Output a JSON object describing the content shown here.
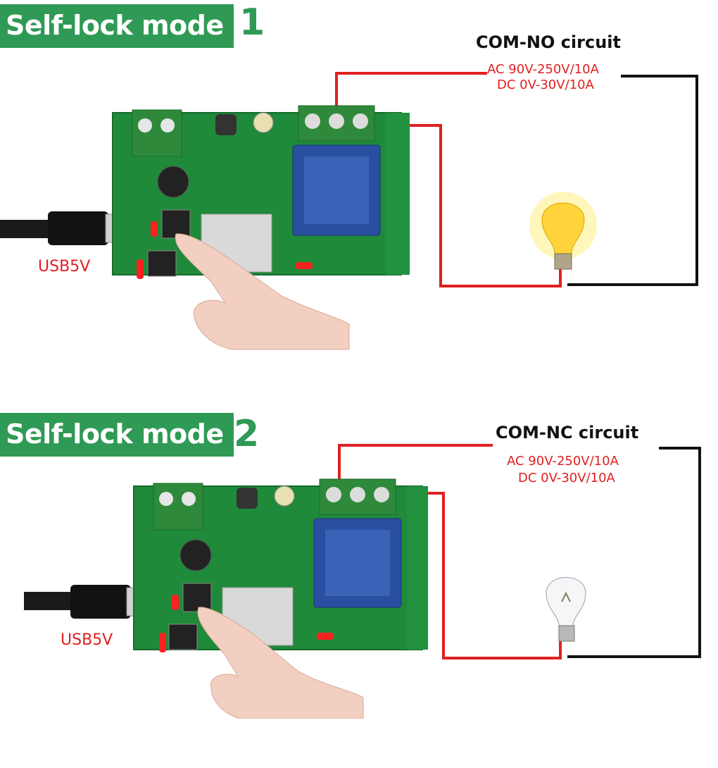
{
  "panels": [
    {
      "title": "Self-lock mode",
      "number": "1",
      "circuit_title": "COM-NO circuit",
      "spec_ac": "AC 90V-250V/10A",
      "spec_dc": "DC 0V-30V/10A",
      "usb_label": "USB5V",
      "lamp_state": "on"
    },
    {
      "title": "Self-lock mode",
      "number": "2",
      "circuit_title": "COM-NC circuit",
      "spec_ac": "AC 90V-250V/10A",
      "spec_dc": "DC 0V-30V/10A",
      "usb_label": "USB5V",
      "lamp_state": "off"
    }
  ],
  "colors": {
    "title_green": "#2f9a55",
    "pcb_green": "#1f8a3a",
    "wire_red": "#e02020",
    "wire_black": "#111111",
    "relay_blue": "#2a4fa0"
  }
}
